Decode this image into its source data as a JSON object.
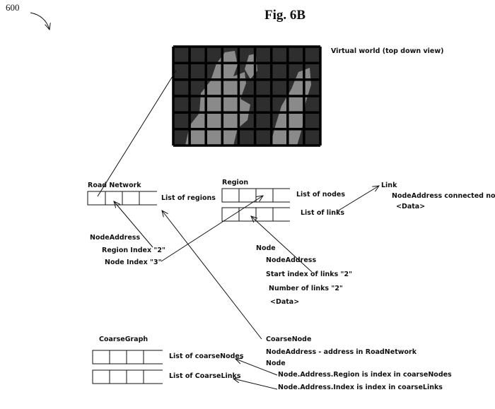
{
  "figure": {
    "number": "600",
    "title": "Fig. 6B",
    "world_label": "Virtual world (top down view)"
  },
  "road_network": {
    "title": "Road Network",
    "list_label": "List of regions"
  },
  "region": {
    "title": "Region",
    "nodes_label": "List of nodes",
    "links_label": "List of links"
  },
  "link": {
    "title": "Link",
    "line1": "NodeAddress connected node",
    "line2": "<Data>"
  },
  "node_address": {
    "title": "NodeAddress",
    "region_index": "Region Index  \"2\"",
    "node_index": "Node Index   \"3\""
  },
  "node": {
    "title": "Node",
    "address": "NodeAddress",
    "start_index": "Start index of links  \"2\"",
    "num_links": "Number of links \"2\"",
    "data": "<Data>"
  },
  "coarse_graph": {
    "title": "CoarseGraph",
    "nodes_label": "List of coarseNodes",
    "links_label": "List of CoarseLinks"
  },
  "coarse_node": {
    "title": "CoarseNode",
    "address": "NodeAddress - address in RoadNetwork",
    "node": "Node",
    "region_rule": "Node.Address.Region is index in coarseNodes",
    "index_rule": "Node.Address.Index is index in coarseLinks"
  },
  "colors": {
    "ink": "#111111",
    "grid_dark": "#2e2e2e",
    "grid_light": "#8a8a8a",
    "grid_line": "#000000"
  }
}
